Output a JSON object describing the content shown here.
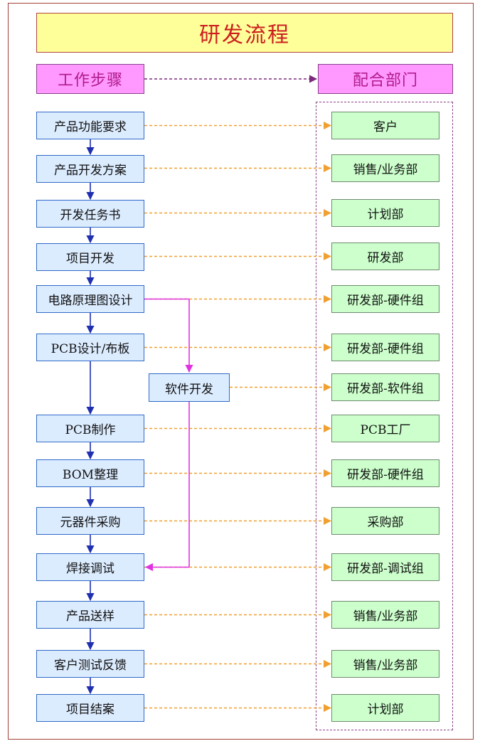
{
  "title": "研发流程",
  "headers": {
    "steps": "工作步骤",
    "departments": "配合部门"
  },
  "steps": [
    "产品功能要求",
    "产品开发方案",
    "开发任务书",
    "项目开发",
    "电路原理图设计",
    "PCB设计/布板",
    "PCB制作",
    "BOM整理",
    "元器件采购",
    "焊接调试",
    "产品送样",
    "客户测试反馈",
    "项目结案"
  ],
  "software_step": "软件开发",
  "departments": [
    "客户",
    "销售/业务部",
    "计划部",
    "研发部",
    "研发部-硬件组",
    "研发部-硬件组",
    "研发部-软件组",
    "PCB工厂",
    "研发部-硬件组",
    "采购部",
    "研发部-调试组",
    "销售/业务部",
    "销售/业务部",
    "计划部"
  ],
  "colors": {
    "step_fill": "#dcecff",
    "step_border": "#2f69c8",
    "dept_fill": "#ccffcc",
    "header_fill": "#ff99ff",
    "title_fill": "#ffff99",
    "title_text": "#cc1f1f",
    "flow_arrow": "#1f2fb0",
    "dept_link": "#f0a030",
    "software_link": "#e033e0"
  }
}
